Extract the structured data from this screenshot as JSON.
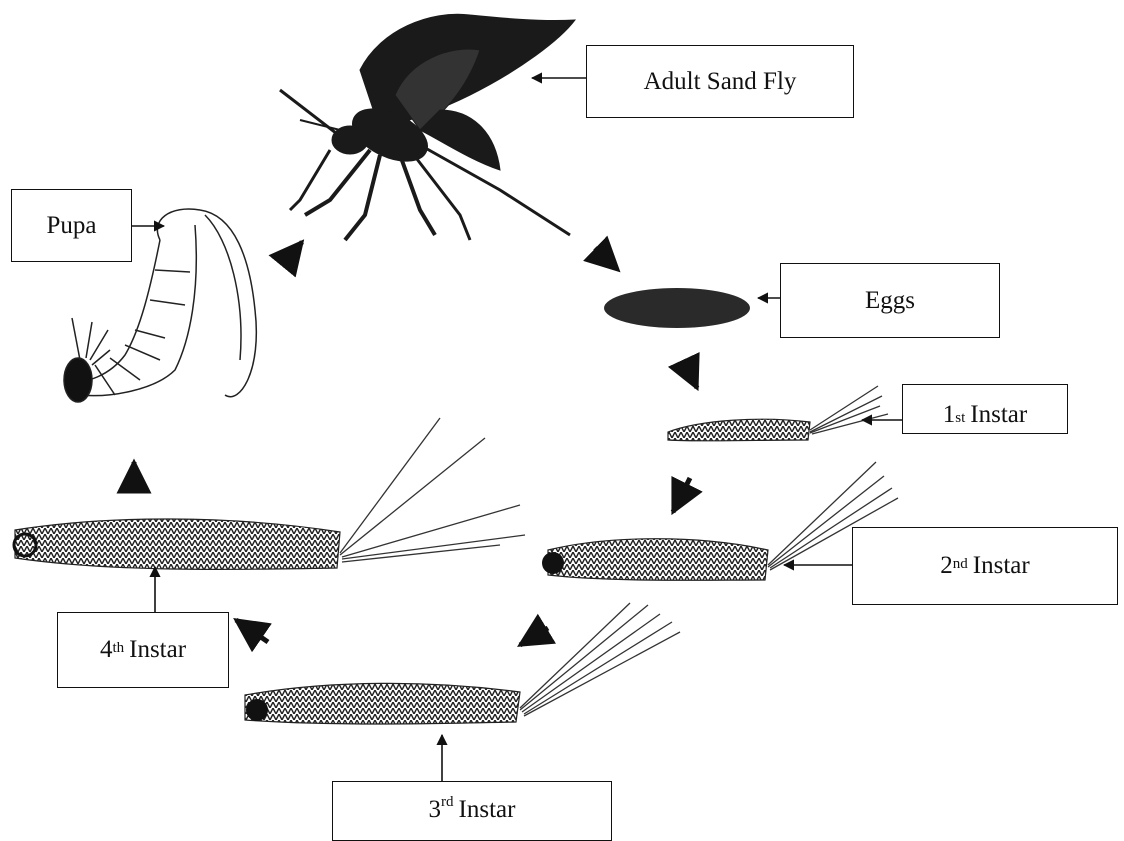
{
  "diagram": {
    "labels": {
      "adult": "Adult Sand Fly",
      "pupa": "Pupa",
      "eggs": "Eggs",
      "instar1": {
        "ordinal": "1",
        "suffix": "st",
        "word": "Instar"
      },
      "instar2": {
        "ordinal": "2",
        "suffix": "nd",
        "word": "Instar"
      },
      "instar3": {
        "ordinal": "3",
        "suffix": "rd",
        "word": "Instar"
      },
      "instar4": {
        "ordinal": "4",
        "suffix": "th",
        "word": "Instar"
      }
    },
    "colors": {
      "ink": "#111111",
      "egg": "#2a2a2a",
      "background": "#ffffff"
    }
  }
}
